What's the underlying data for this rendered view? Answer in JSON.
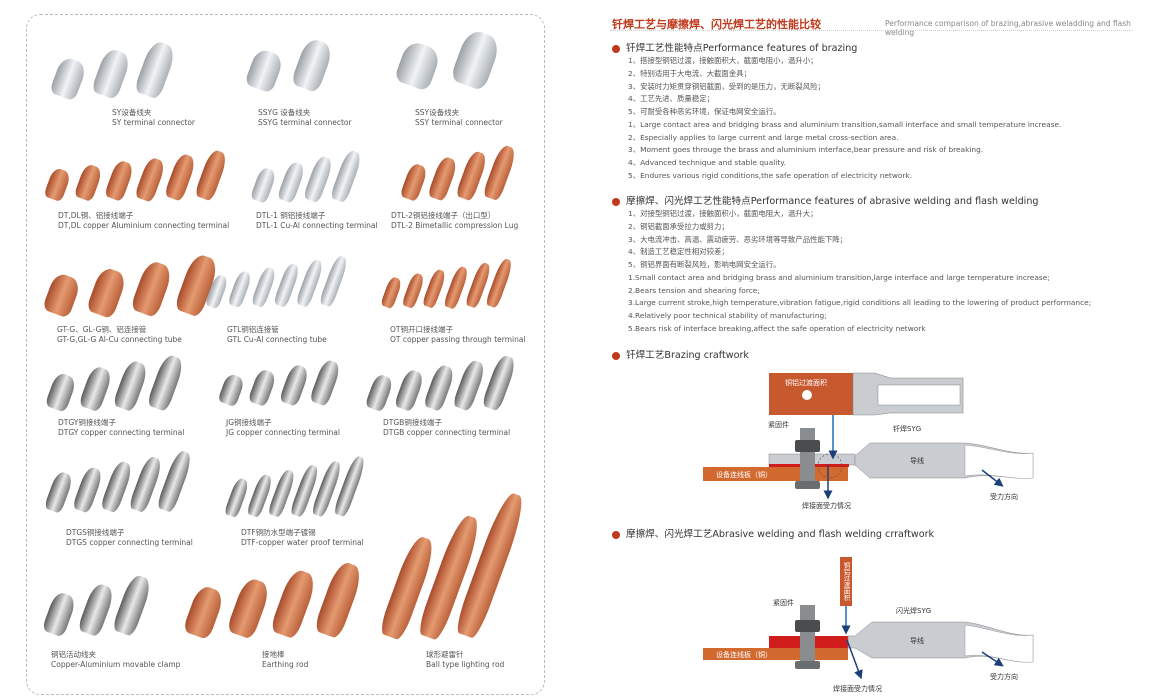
{
  "products": [
    {
      "cn": "SY设备线夹",
      "en": "SY terminal connector"
    },
    {
      "cn": "SSYG 设备线夹",
      "en": "SSYG terminal connector"
    },
    {
      "cn": "SSY设备线夹",
      "en": "SSY terminal connector"
    },
    {
      "cn": "DT,DL铜、铝接线端子",
      "en": "DT,DL copper Aluminium connecting terminal"
    },
    {
      "cn": "DTL-1 铜铝接线端子",
      "en": "DTL-1 Cu-Al connecting terminal"
    },
    {
      "cn": "DTL-2铜铝接线端子（出口型）",
      "en": "DTL-2 Bimetallic compression Lug"
    },
    {
      "cn": "GT-G、GL-G铜、铝连接管",
      "en": "GT-G,GL-G Al-Cu connecting tube"
    },
    {
      "cn": "GTL铜铝连接管",
      "en": "GTL Cu-Al connecting tube"
    },
    {
      "cn": "OT铜开口接线端子",
      "en": "OT copper passing through terminal"
    },
    {
      "cn": "DTGY铜接线端子",
      "en": "DTGY copper connecting terminal"
    },
    {
      "cn": "JG铜接线端子",
      "en": "JG copper connecting terminal"
    },
    {
      "cn": "DTGB铜接线端子",
      "en": "DTGB copper connecting terminal"
    },
    {
      "cn": "DTGS铜接线端子",
      "en": "DTGS copper connecting terminal"
    },
    {
      "cn": "DTF铜防水型端子镀锡",
      "en": "DTF-copper water proof terminal"
    },
    {
      "cn": "铜铝活动线夹",
      "en": "Copper-Aluminium movable clamp"
    },
    {
      "cn": "接地棒",
      "en": "Earthing rod"
    },
    {
      "cn": "球形避雷针",
      "en": "Ball type lighting rod"
    }
  ],
  "header": {
    "title": "钎焊工艺与摩擦焊、闪光焊工艺的性能比较",
    "subtitle": "Performance comparison of brazing,abrasive weladding and flash welding"
  },
  "sections": [
    {
      "heading": "钎焊工艺性能特点Performance features of brazing",
      "items": [
        "1、搭接型铜铝过渡，接触面积大，截面电阻小，温升小；",
        "2、特别适用于大电流、大截面金具；",
        "3、安装时力矩贯穿铜铝截面，受到的是压力，无断裂风险；",
        "4、工艺先进、质量稳定；",
        "5、可耐受各种恶劣环境，保证电网安全运行。",
        "1、Large contact area and bridging brass and aluminium transition,samall interface and small temperature increase.",
        "2、Especially applies to large current and large metal cross-section area.",
        "3、Moment goes througe the brass and aluminium interface,bear pressure and risk of breaking.",
        "4、Advanced technique and stable quality.",
        "5、Endures various rigid conditions,the safe operation of electricity network."
      ]
    },
    {
      "heading": "摩擦焊、闪光焊工艺性能特点Performance features of abrasive welding and flash welding",
      "items": [
        "1、对接型铜铝过渡，接触面积小，截面电阻大，温升大；",
        "2、铜铝截面承受拉力或剪力；",
        "3、大电流冲击、高温、震动疲劳、恶劣环境等导致产品性能下降；",
        "4、制造工艺稳定性相对较差；",
        "5、铜铝界面有断裂风险，影响电网安全运行。",
        "1.Small contact area and bridging brass and aluminium transition,large interface and large temperature increase;",
        "2.Bears tension and shearing force;",
        "3.Large current stroke,high temperature,vibration fatigue,rigid conditions all leading to the lowering of product performance;",
        "4.Relatively poor technical stability of manufacturing;",
        "5.Bears risk of interface breaking,affect the safe operation of electricity network"
      ]
    },
    {
      "heading": "钎焊工艺Brazing craftwork"
    },
    {
      "heading": "摩擦焊、闪光焊工艺Abrasive welding and flash welding crraftwork"
    }
  ],
  "diagram1": {
    "transition": "铜铝过渡面积",
    "fastener": "紧固件",
    "weld": "钎焊SYG",
    "wire": "导线",
    "plate": "设备连线板（铜）",
    "stress": "焊接面受力情况",
    "force": "受力方向"
  },
  "diagram2": {
    "transition": "铜铝过渡面积",
    "fastener": "紧固件",
    "weld": "闪光焊SYG",
    "wire": "导线",
    "plate": "设备连线板（铜）",
    "stress": "焊接面受力情况",
    "force": "受力方向"
  },
  "colors": {
    "accent": "#c0391c",
    "copper": "#c8592e",
    "arrow": "#1c6fb5"
  }
}
